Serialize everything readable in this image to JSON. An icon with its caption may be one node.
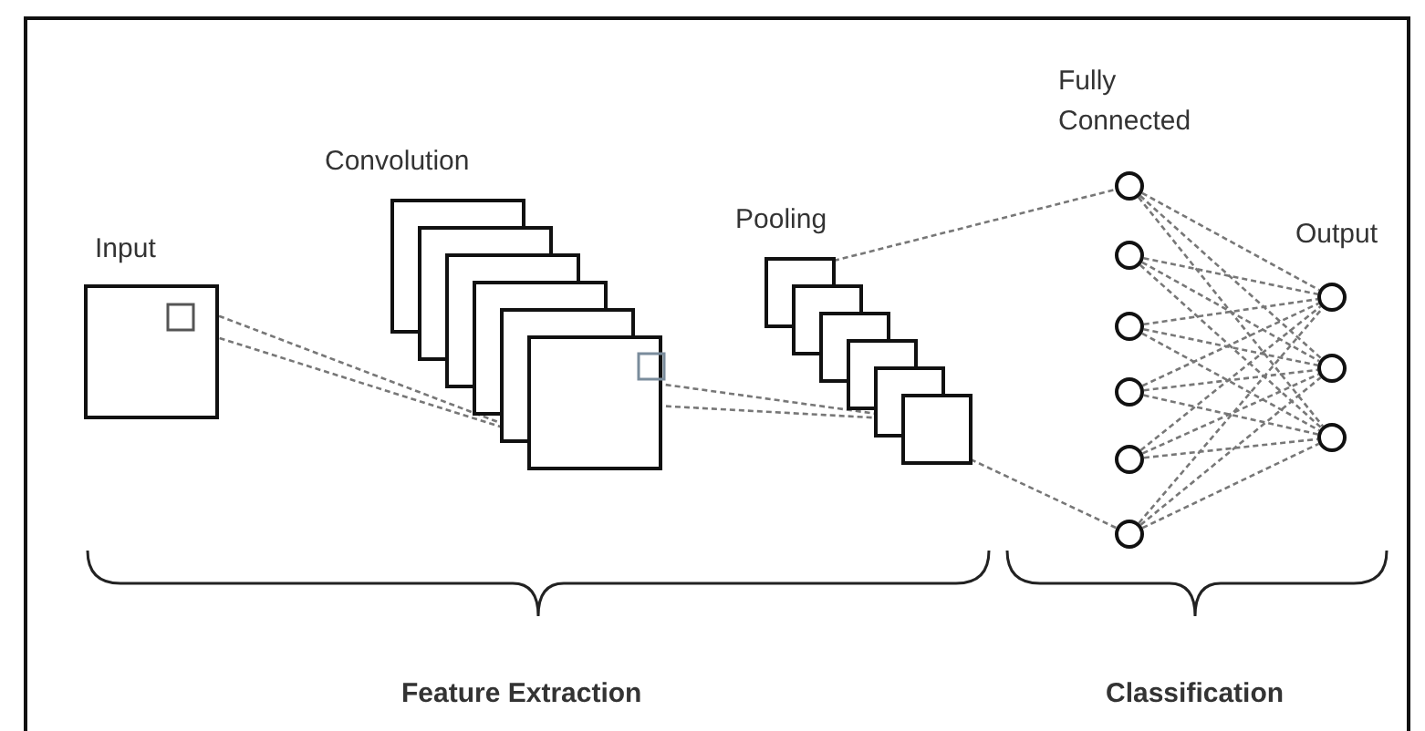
{
  "diagram": {
    "nodes": [
      {
        "text": [
          "Input"
        ]
      },
      {
        "text": [
          "Convolution"
        ]
      },
      {
        "text": [
          "Pooling"
        ]
      },
      {
        "text": [],
        "shape": "circle"
      },
      {
        "text": [],
        "shape": "circle"
      },
      {
        "text": [],
        "shape": "circle"
      },
      {
        "text": [],
        "shape": "circle"
      },
      {
        "text": [],
        "shape": "circle"
      },
      {
        "text": [],
        "shape": "circle"
      },
      {
        "text": [],
        "shape": "circle"
      },
      {
        "text": [],
        "shape": "circle"
      },
      {
        "text": [],
        "shape": "circle"
      }
    ],
    "edges": [
      {
        "from": 0,
        "to": 1,
        "arrow": "none",
        "style": "dashed"
      },
      {
        "from": 0,
        "to": 1,
        "arrow": "none",
        "style": "dashed"
      },
      {
        "from": 1,
        "to": 2,
        "arrow": "none",
        "style": "dashed"
      },
      {
        "from": 1,
        "to": 2,
        "arrow": "none",
        "style": "dashed"
      },
      {
        "from": 2,
        "to": 3,
        "arrow": "none",
        "style": "dashed"
      },
      {
        "from": 2,
        "to": 8,
        "arrow": "none",
        "style": "dashed"
      },
      {
        "from": 3,
        "to": 9,
        "arrow": "none",
        "style": "dashed"
      },
      {
        "from": 3,
        "to": 10,
        "arrow": "none",
        "style": "dashed"
      },
      {
        "from": 3,
        "to": 11,
        "arrow": "none",
        "style": "dashed"
      },
      {
        "from": 4,
        "to": 9,
        "arrow": "none",
        "style": "dashed"
      },
      {
        "from": 4,
        "to": 10,
        "arrow": "none",
        "style": "dashed"
      },
      {
        "from": 4,
        "to": 11,
        "arrow": "none",
        "style": "dashed"
      },
      {
        "from": 5,
        "to": 9,
        "arrow": "none",
        "style": "dashed"
      },
      {
        "from": 5,
        "to": 10,
        "arrow": "none",
        "style": "dashed"
      },
      {
        "from": 5,
        "to": 11,
        "arrow": "none",
        "style": "dashed"
      },
      {
        "from": 6,
        "to": 9,
        "arrow": "none",
        "style": "dashed"
      },
      {
        "from": 6,
        "to": 10,
        "arrow": "none",
        "style": "dashed"
      },
      {
        "from": 6,
        "to": 11,
        "arrow": "none",
        "style": "dashed"
      },
      {
        "from": 7,
        "to": 9,
        "arrow": "none",
        "style": "dashed"
      },
      {
        "from": 7,
        "to": 10,
        "arrow": "none",
        "style": "dashed"
      },
      {
        "from": 7,
        "to": 11,
        "arrow": "none",
        "style": "dashed"
      },
      {
        "from": 8,
        "to": 9,
        "arrow": "none",
        "style": "dashed"
      },
      {
        "from": 8,
        "to": 10,
        "arrow": "none",
        "style": "dashed"
      },
      {
        "from": 8,
        "to": 11,
        "arrow": "none",
        "style": "dashed"
      }
    ],
    "labels": [
      "Fully Connected",
      "Output",
      "Feature Extraction",
      "Classification"
    ]
  }
}
